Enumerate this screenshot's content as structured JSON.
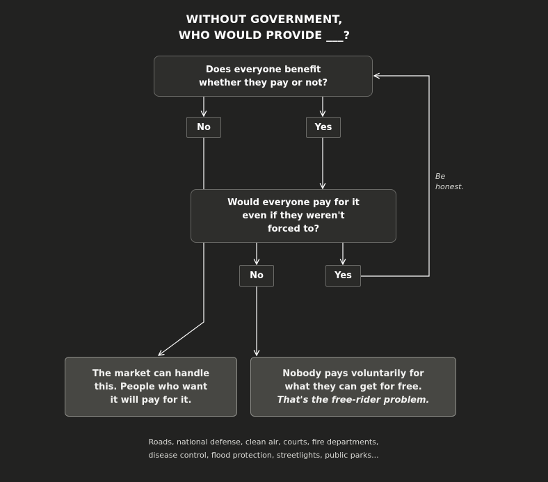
{
  "title": [
    "WITHOUT GOVERNMENT,",
    "WHO WOULD PROVIDE ___?"
  ],
  "question1": [
    "Does everyone benefit",
    "whether they pay or not?"
  ],
  "q1_no": "No",
  "q1_yes": "Yes",
  "question2": [
    "Would everyone pay for it",
    "even if they weren't",
    "forced to?"
  ],
  "q2_no": "No",
  "q2_yes": "Yes",
  "side_note": [
    "Be",
    "honest."
  ],
  "outcome_market": [
    "The market can handle",
    "this. People who want",
    "it will pay for it."
  ],
  "outcome_free_rider": [
    "Nobody pays voluntarily for",
    "what they can get for free.",
    "That's the free-rider problem."
  ],
  "footer": [
    "Roads, national defense, clean air, courts, fire departments,",
    "disease control, flood protection, streetlights, public parks..."
  ],
  "colors": {
    "background": "#222221",
    "node_fill": "#2e2e2c",
    "outcome_fill": "#474743",
    "line": "#ffffff"
  }
}
